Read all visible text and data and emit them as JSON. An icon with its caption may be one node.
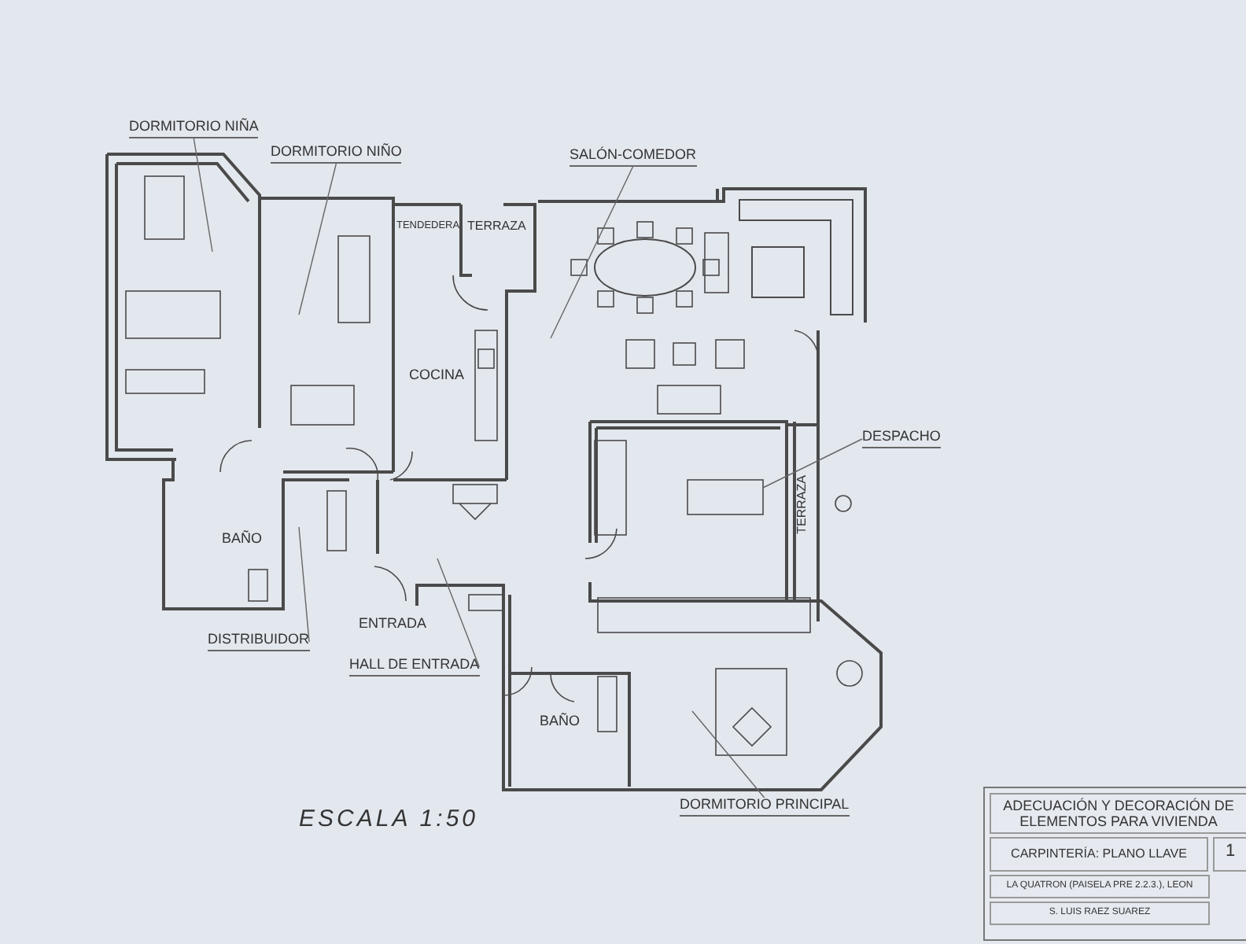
{
  "diagram": {
    "nodes": [
      {
        "text": [
          "DORMITORIO NIÑA"
        ]
      },
      {
        "text": [
          "DORMITORIO NIÑO"
        ]
      },
      {
        "text": [
          "SALÓN-COMEDOR"
        ]
      },
      {
        "text": [
          "DESPACHO"
        ]
      },
      {
        "text": [
          "DISTRIBUIDOR"
        ]
      },
      {
        "text": [
          "HALL DE ENTRADA"
        ]
      },
      {
        "text": [
          "DORMITORIO PRINCIPAL"
        ]
      }
    ],
    "edges": [
      {
        "from": 0,
        "to": null,
        "arrow": "none"
      },
      {
        "from": 1,
        "to": null,
        "arrow": "none"
      },
      {
        "from": 2,
        "to": null,
        "arrow": "none"
      },
      {
        "from": 3,
        "to": null,
        "arrow": "none"
      },
      {
        "from": 4,
        "to": null,
        "arrow": "none"
      },
      {
        "from": 5,
        "to": null,
        "arrow": "none"
      },
      {
        "from": 6,
        "to": null,
        "arrow": "none"
      }
    ],
    "labels": [
      "TENDEDERA",
      "TERRAZA",
      "COCINA",
      "TERRAZA",
      "BAÑO",
      "ENTRADA",
      "BAÑO",
      "ESCALA 1:50",
      "ADECUACIÓN Y DECORACIÓN DE ELEMENTOS PARA VIVIENDA",
      "CARPINTERÍA: PLANO LLAVE",
      "1",
      "LA QUATRON (PAISELA PRE 2.2.3.), LEON",
      "S. LUIS RAEZ SUAREZ"
    ]
  }
}
